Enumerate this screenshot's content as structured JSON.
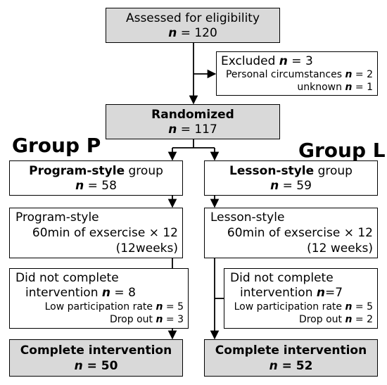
{
  "assessed": {
    "title": "Assessed for eligibility",
    "n": "120"
  },
  "excluded": {
    "title": "Excluded",
    "n": "3",
    "reasons": [
      {
        "label": "Personal circumstances",
        "n": "2"
      },
      {
        "label": "unknown",
        "n": "1"
      }
    ]
  },
  "randomized": {
    "title": "Randomized",
    "n": "117"
  },
  "n_symbol": "n",
  "group_p": {
    "label": "Group P",
    "group": {
      "bold": "Program-style",
      "suffix": " group",
      "n": "58"
    },
    "intervention": {
      "line1": "Program-style",
      "line2": "60min of exsercise × 12",
      "line3": "(12weeks)"
    },
    "dropout": {
      "line1": "Did not complete",
      "line2": "intervention",
      "n": "8",
      "reasons": [
        {
          "label": "Low participation rate",
          "n": "5"
        },
        {
          "label": "Drop out",
          "n": "3"
        }
      ]
    },
    "complete": {
      "title": "Complete intervention",
      "n": "50"
    }
  },
  "group_l": {
    "label": "Group L",
    "group": {
      "bold": "Lesson-style",
      "suffix": " group",
      "n": "59"
    },
    "intervention": {
      "line1": "Lesson-style",
      "line2": "60min of exsercise × 12",
      "line3": "(12 weeks)"
    },
    "dropout": {
      "line1": "Did not complete",
      "line2": "intervention",
      "n": "7",
      "reasons": [
        {
          "label": "Low participation rate",
          "n": "5"
        },
        {
          "label": "Drop out",
          "n": "2"
        }
      ]
    },
    "complete": {
      "title": "Complete intervention",
      "n": "52"
    }
  }
}
